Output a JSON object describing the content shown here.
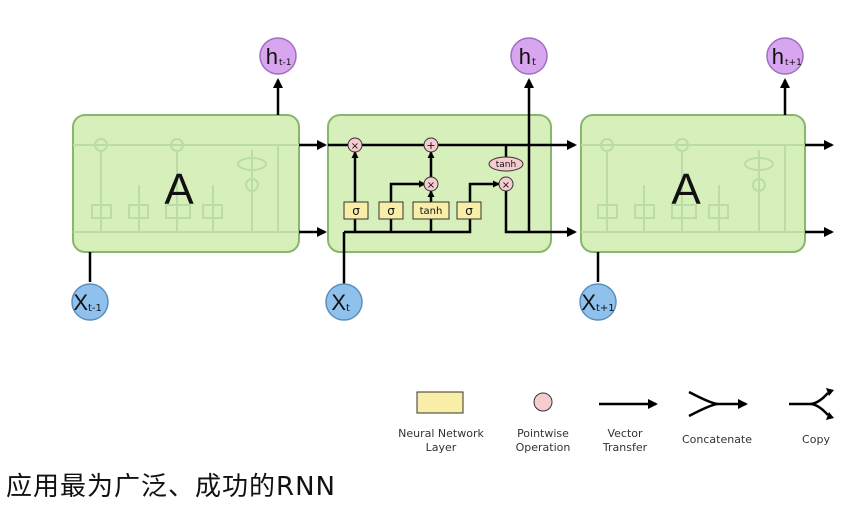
{
  "diagram": {
    "cells": [
      {
        "label": "A",
        "input": {
          "base": "X",
          "sub": "t-1"
        },
        "output": {
          "base": "h",
          "sub": "t-1"
        }
      },
      {
        "label": "",
        "input": {
          "base": "X",
          "sub": "t"
        },
        "output": {
          "base": "h",
          "sub": "t"
        }
      },
      {
        "label": "A",
        "input": {
          "base": "X",
          "sub": "t+1"
        },
        "output": {
          "base": "h",
          "sub": "t+1"
        }
      }
    ],
    "gates": [
      {
        "kind": "layer",
        "label": "σ"
      },
      {
        "kind": "layer",
        "label": "σ"
      },
      {
        "kind": "layer",
        "label": "tanh"
      },
      {
        "kind": "layer",
        "label": "σ"
      },
      {
        "kind": "pointwise",
        "label": "×"
      },
      {
        "kind": "pointwise",
        "label": "+"
      },
      {
        "kind": "pointwise",
        "label": "×"
      },
      {
        "kind": "pointwise",
        "label": "tanh"
      },
      {
        "kind": "pointwise",
        "label": "×"
      }
    ],
    "colors": {
      "cell_fill": "#d6efbb",
      "cell_stroke": "#88b66c",
      "input_fill": "#8fc1ec",
      "output_fill": "#d7a6ee",
      "layer_fill": "#f8eea7",
      "pointwise_fill": "#f6ccd1"
    }
  },
  "legend": {
    "items": [
      {
        "label_lines": [
          "Neural Network",
          "Layer"
        ],
        "icon": "neural-network-layer-icon"
      },
      {
        "label_lines": [
          "Pointwise",
          "Operation"
        ],
        "icon": "pointwise-operation-icon"
      },
      {
        "label_lines": [
          "Vector",
          "Transfer"
        ],
        "icon": "vector-transfer-icon"
      },
      {
        "label_lines": [
          "Concatenate"
        ],
        "icon": "concatenate-icon"
      },
      {
        "label_lines": [
          "Copy"
        ],
        "icon": "copy-icon"
      }
    ]
  },
  "caption": "应用最为广泛、成功的RNN"
}
